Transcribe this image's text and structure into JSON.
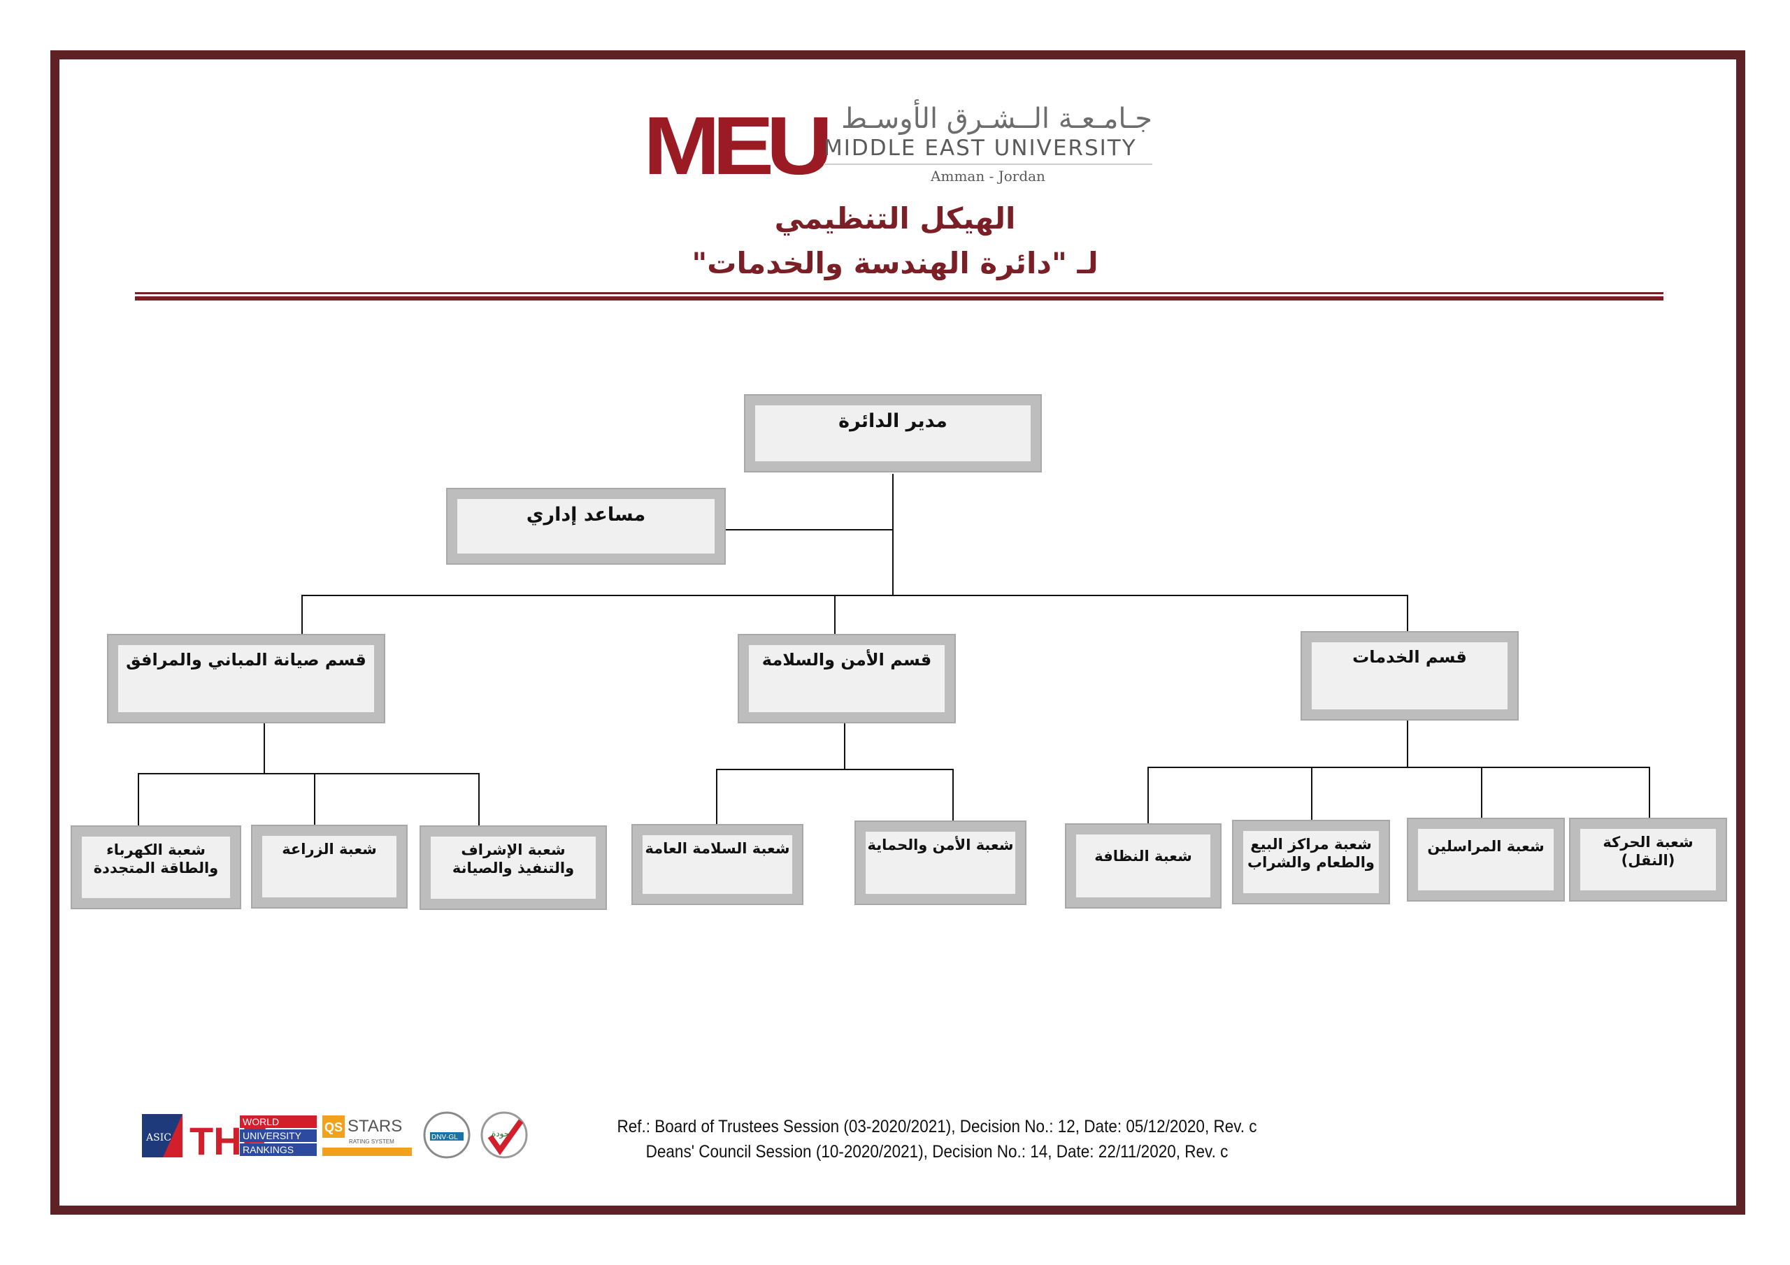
{
  "logo": {
    "mark": "MEU",
    "arabic_name": "جـامـعـة الــشـرق الأوسـط",
    "english_name": "MIDDLE EAST UNIVERSITY",
    "location": "Amman - Jordan"
  },
  "title": {
    "line1": "الهيكل التنظيمي",
    "line2": "لـ \"دائرة الهندسة والخدمات\""
  },
  "org": {
    "director": "مدير الدائرة",
    "admin_assistant": "مساعد إداري",
    "departments": {
      "maintenance": "قسم صيانة المباني والمرافق",
      "security": "قسم الأمن والسلامة",
      "services": "قسم الخدمات"
    },
    "sections": {
      "electricity": "شعبة الكهرباء والطاقة المتجددة",
      "agriculture": "شعبة الزراعة",
      "supervision": "شعبة الإشراف والتنفيذ والصيانة",
      "public_safety": "شعبة السلامة العامة",
      "security_protection": "شعبة الأمن والحماية",
      "cleaning": "شعبة النظافة",
      "sales_food": "شعبة مراكز البيع والطعام والشراب",
      "couriers": "شعبة المراسلين",
      "transport": "شعبة الحركة (النقل)"
    }
  },
  "footer": {
    "ref1": "Ref.: Board of Trustees Session (03-2020/2021), Decision No.: 12, Date: 05/12/2020, Rev. c",
    "ref2": "Deans' Council Session (10-2020/2021), Decision No.: 14, Date: 22/11/2020, Rev. c"
  },
  "badges": {
    "asic": "ASIC",
    "the": "THE",
    "the_sub": [
      "WORLD",
      "UNIVERSITY",
      "RANKINGS"
    ],
    "qs": "QS",
    "qs_stars": "STARS",
    "qs_sub": "RATING SYSTEM",
    "dnv": "DNV·GL",
    "jawda": "جودة"
  },
  "colors": {
    "frame": "#5e2226",
    "brand": "#9b1b24",
    "title": "#7a1f26",
    "box_fill": "#f0f0f0",
    "box_border": "#bdbdbd"
  }
}
